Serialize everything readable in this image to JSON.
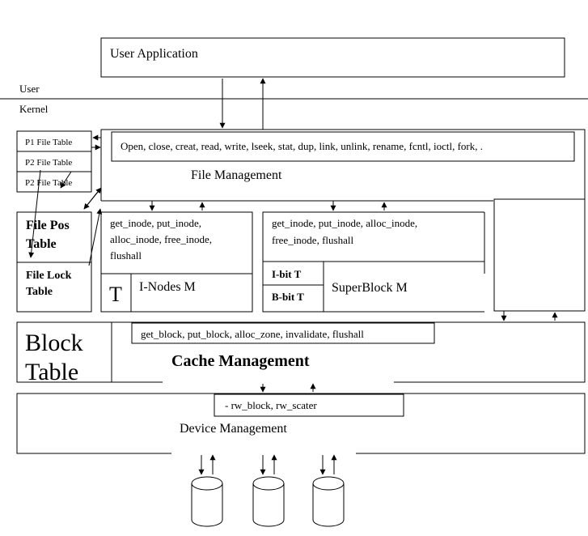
{
  "user_application": "User Application",
  "user_label": "User",
  "kernel_label": "Kernel",
  "process_tables": [
    "P1 File Table",
    "P2 File Table",
    "P2 File Table"
  ],
  "syscalls": "Open, close, creat, read, write, lseek, stat, dup, link, unlink, rename, fcntl, ioctl, fork, .",
  "file_management": "File Management",
  "file_pos_table": [
    "File Pos",
    "Table"
  ],
  "file_lock_table": [
    "File Lock",
    "Table"
  ],
  "inode_functions": [
    "get_inode, put_inode,",
    "alloc_inode, free_inode,",
    "flushall"
  ],
  "inode_t": "T",
  "inodes_m": "I-Nodes M",
  "superblock_functions": [
    "get_inode, put_inode, alloc_inode,",
    "free_inode, flushall"
  ],
  "ibit": "I-bit T",
  "bbit": "B-bit T",
  "superblock_m": "SuperBlock M",
  "block_table": [
    "Block",
    "Table"
  ],
  "cache_functions": "get_block, put_block, alloc_zone, invalidate, flushall",
  "cache_management": "Cache Management",
  "device_functions": "- rw_block, rw_scater",
  "device_management": "Device Management",
  "disk_count": 3
}
